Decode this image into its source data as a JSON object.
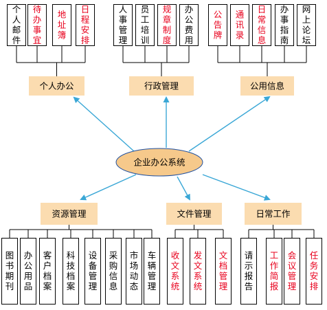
{
  "colors": {
    "red_text": "#e8001c",
    "black_text": "#000000",
    "category_fill": "#fbdcb0",
    "center_fill": "#f6c98b",
    "center_border": "#1e4fa0",
    "arrow": "#3aa7d6"
  },
  "center": {
    "label": "企业办公系统"
  },
  "top_groups": [
    {
      "label": "个人办公",
      "items": [
        {
          "text": "个人邮件",
          "color": "black"
        },
        {
          "text": "待办事宜",
          "color": "red"
        },
        {
          "text": "地址簿",
          "color": "red"
        },
        {
          "text": "日程安排",
          "color": "red"
        }
      ]
    },
    {
      "label": "行政管理",
      "items": [
        {
          "text": "人事管理",
          "color": "black"
        },
        {
          "text": "员工培训",
          "color": "black"
        },
        {
          "text": "规章制度",
          "color": "red"
        },
        {
          "text": "办公费用",
          "color": "black"
        }
      ]
    },
    {
      "label": "公用信息",
      "items": [
        {
          "text": "公告牌",
          "color": "red"
        },
        {
          "text": "通讯录",
          "color": "red"
        },
        {
          "text": "日常信息",
          "color": "red"
        },
        {
          "text": "办事指南",
          "color": "black"
        },
        {
          "text": "网上论坛",
          "color": "black"
        }
      ]
    }
  ],
  "bottom_groups": [
    {
      "label": "资源管理",
      "items": [
        {
          "text": "图书期刊",
          "color": "black"
        },
        {
          "text": "办公用品",
          "color": "black"
        },
        {
          "text": "客户档案",
          "color": "black"
        },
        {
          "text": "科技档案",
          "color": "black"
        },
        {
          "text": "设备管理",
          "color": "black"
        },
        {
          "text": "采购信息",
          "color": "black"
        },
        {
          "text": "市场动态",
          "color": "black"
        },
        {
          "text": "车辆管理",
          "color": "black"
        }
      ]
    },
    {
      "label": "文件管理",
      "items": [
        {
          "text": "收文系统",
          "color": "red"
        },
        {
          "text": "发文系统",
          "color": "red"
        },
        {
          "text": "文档管理",
          "color": "red"
        }
      ]
    },
    {
      "label": "日常工作",
      "items": [
        {
          "text": "请示报告",
          "color": "black"
        },
        {
          "text": "工作简报",
          "color": "red"
        },
        {
          "text": "会议管理",
          "color": "red"
        },
        {
          "text": "任务安排",
          "color": "red"
        }
      ]
    }
  ]
}
